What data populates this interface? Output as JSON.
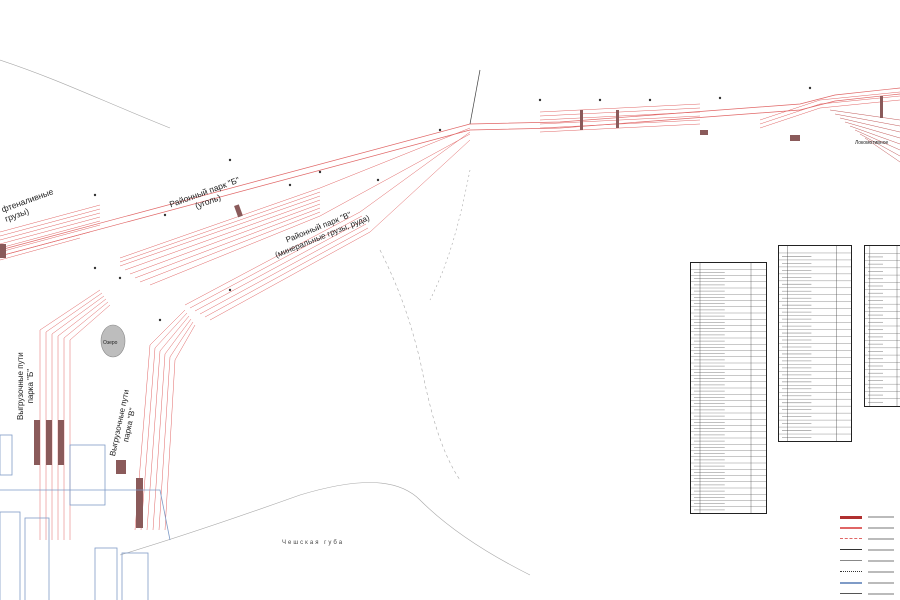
{
  "labels": {
    "park_a_line1": "фтеналивные",
    "park_a_line2": "грузы)",
    "park_b_line1": "Районный парк \"Б\"",
    "park_b_line2": "(уголь)",
    "park_v_line1": "Районный парк \"В\"",
    "park_v_line2": "(минеральные грузы, руда)",
    "vyg_b_line1": "Выгрузочные пути",
    "vyg_b_line2": "парка \"Б\"",
    "vyg_v_line1": "Выгрузочные пути",
    "vyg_v_line2": "парка \"В\"",
    "lake": "Озеро",
    "river": "Чешская губа",
    "lokomotiv": "Локомотивное"
  },
  "colors": {
    "track": "#e06666",
    "track_dark": "#b03030",
    "platform": "#8a5a5a",
    "outline": "#7f9bc7",
    "terrain": "#999999",
    "lake": "#bbbbbb",
    "text": "#222222"
  },
  "tables": {
    "count": 3,
    "row_counts": [
      40,
      28,
      22
    ]
  },
  "legend": {
    "count": 8
  }
}
